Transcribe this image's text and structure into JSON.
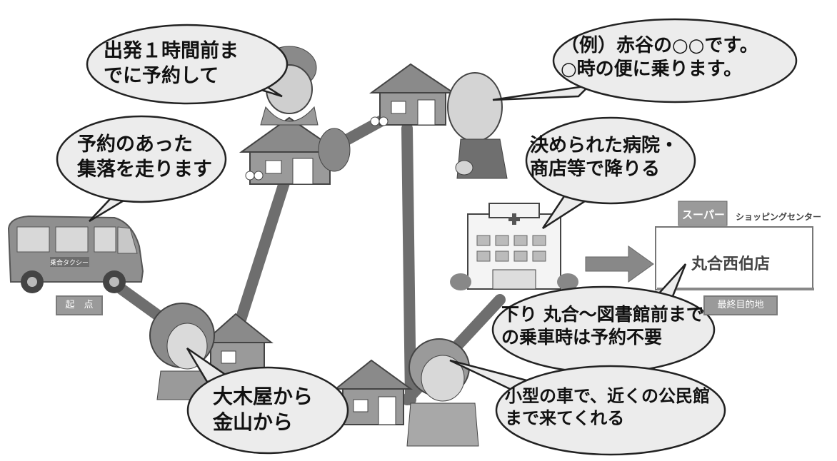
{
  "bubbles": {
    "reserve_one_hour": "出発１時間前ま\nでに予約して",
    "example_call": "（例）赤谷の○○です。\n○時の便に乗ります。",
    "bus_route": "予約のあった\n集落を走ります",
    "drop_off": "決められた病院・\n商店等で降りる",
    "downline_no_reserve": "下り 丸合～図書館前まで\nの乗車時は予約不要",
    "from_villages": "大木屋から\n金山から",
    "small_car": "小型の車で、近くの公民館\nまで来てくれる"
  },
  "labels": {
    "start": "起　点",
    "destination": "最終目的地",
    "bus_side": "乗合タクシー"
  },
  "store": {
    "sign_super": "スーパー",
    "sign_center": "ショッピングセンター",
    "name": "丸合西伯店"
  },
  "colors": {
    "road": "#6e6e6e",
    "house": "#8a8a8a",
    "bubble_fill": "#ececec",
    "bubble_stroke": "#222222"
  }
}
